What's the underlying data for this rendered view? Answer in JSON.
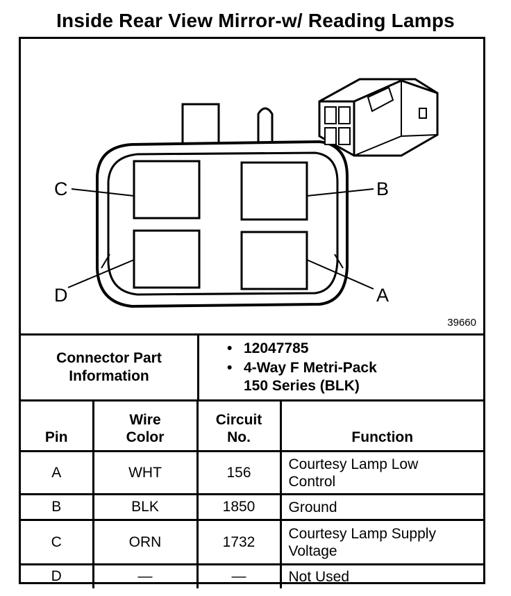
{
  "title": "Inside Rear View Mirror-w/ Reading Lamps",
  "figure_number": "39660",
  "pin_labels": {
    "c": "C",
    "b": "B",
    "d": "D",
    "a": "A"
  },
  "connector_info": {
    "label_line1": "Connector Part",
    "label_line2": "Information",
    "part_number": "12047785",
    "description_line1": "4-Way F Metri-Pack",
    "description_line2": "150 Series (BLK)"
  },
  "table": {
    "headers": {
      "pin": "Pin",
      "wire_color_1": "Wire",
      "wire_color_2": "Color",
      "circuit_1": "Circuit",
      "circuit_2": "No.",
      "function": "Function"
    },
    "rows": [
      {
        "pin": "A",
        "wire_color": "WHT",
        "circuit": "156",
        "function_1": "Courtesy Lamp Low",
        "function_2": "Control"
      },
      {
        "pin": "B",
        "wire_color": "BLK",
        "circuit": "1850",
        "function_1": "Ground",
        "function_2": ""
      },
      {
        "pin": "C",
        "wire_color": "ORN",
        "circuit": "1732",
        "function_1": "Courtesy Lamp Supply",
        "function_2": "Voltage"
      },
      {
        "pin": "D",
        "wire_color": "—",
        "circuit": "—",
        "function_1": "Not Used",
        "function_2": ""
      }
    ]
  }
}
